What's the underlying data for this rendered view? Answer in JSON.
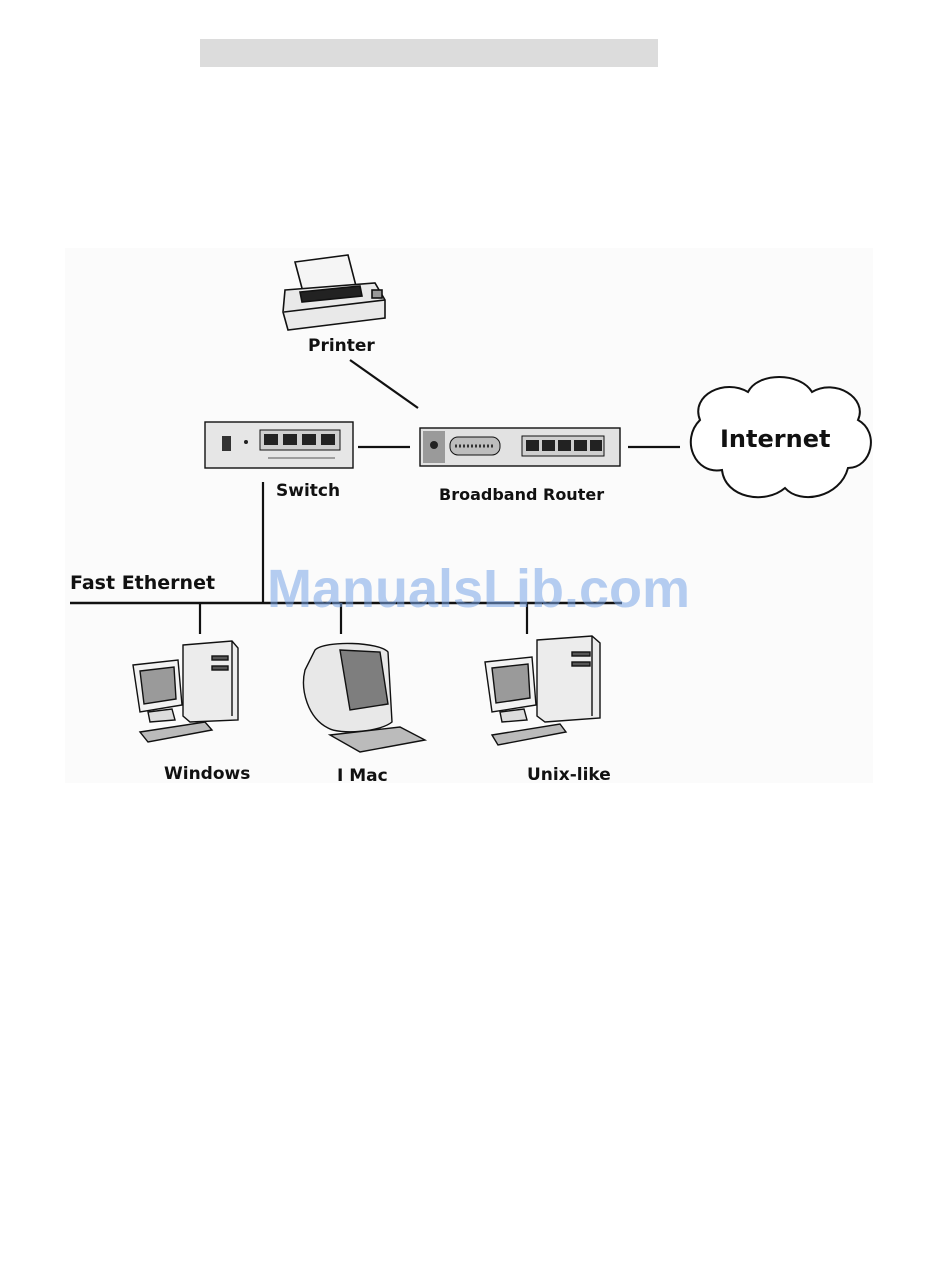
{
  "labels": {
    "printer": "Printer",
    "switch": "Switch",
    "router": "Broadband Router",
    "internet": "Internet",
    "lan": "Fast Ethernet",
    "windows": "Windows",
    "imac": "I Mac",
    "unix": "Unix-like"
  },
  "watermark": "ManualsLib.com",
  "icons": [
    "printer-icon",
    "switch-icon",
    "router-icon",
    "cloud-icon",
    "pc-icon",
    "imac-icon"
  ],
  "colors": {
    "line": "#111111",
    "device_fill": "#e6e6e6",
    "panel_bg": "#fcfcfc",
    "watermark": "#7aa6e8"
  }
}
